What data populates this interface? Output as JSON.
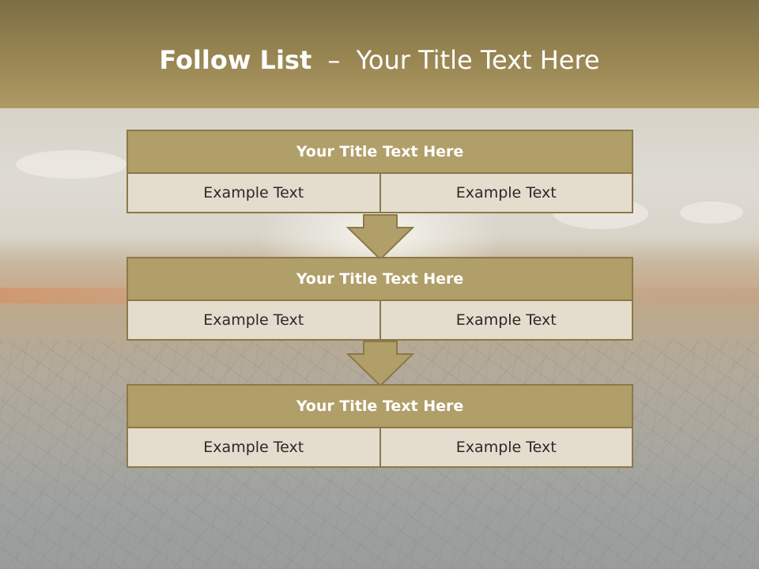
{
  "slide": {
    "title_bold": "Follow List",
    "title_sep": "–",
    "title_rest": "Your Title Text Here"
  },
  "steps": [
    {
      "title": "Your Title Text Here",
      "cells": [
        "Example Text",
        "Example Text"
      ]
    },
    {
      "title": "Your Title Text Here",
      "cells": [
        "Example Text",
        "Example Text"
      ]
    },
    {
      "title": "Your Title Text Here",
      "cells": [
        "Example Text",
        "Example Text"
      ]
    }
  ],
  "icons": {
    "connector": "arrow-down-icon"
  },
  "colors": {
    "header": "#94824f",
    "box_fill": "#b19f6a",
    "box_border": "#8b7948",
    "cell_fill": "#e4dccd"
  }
}
